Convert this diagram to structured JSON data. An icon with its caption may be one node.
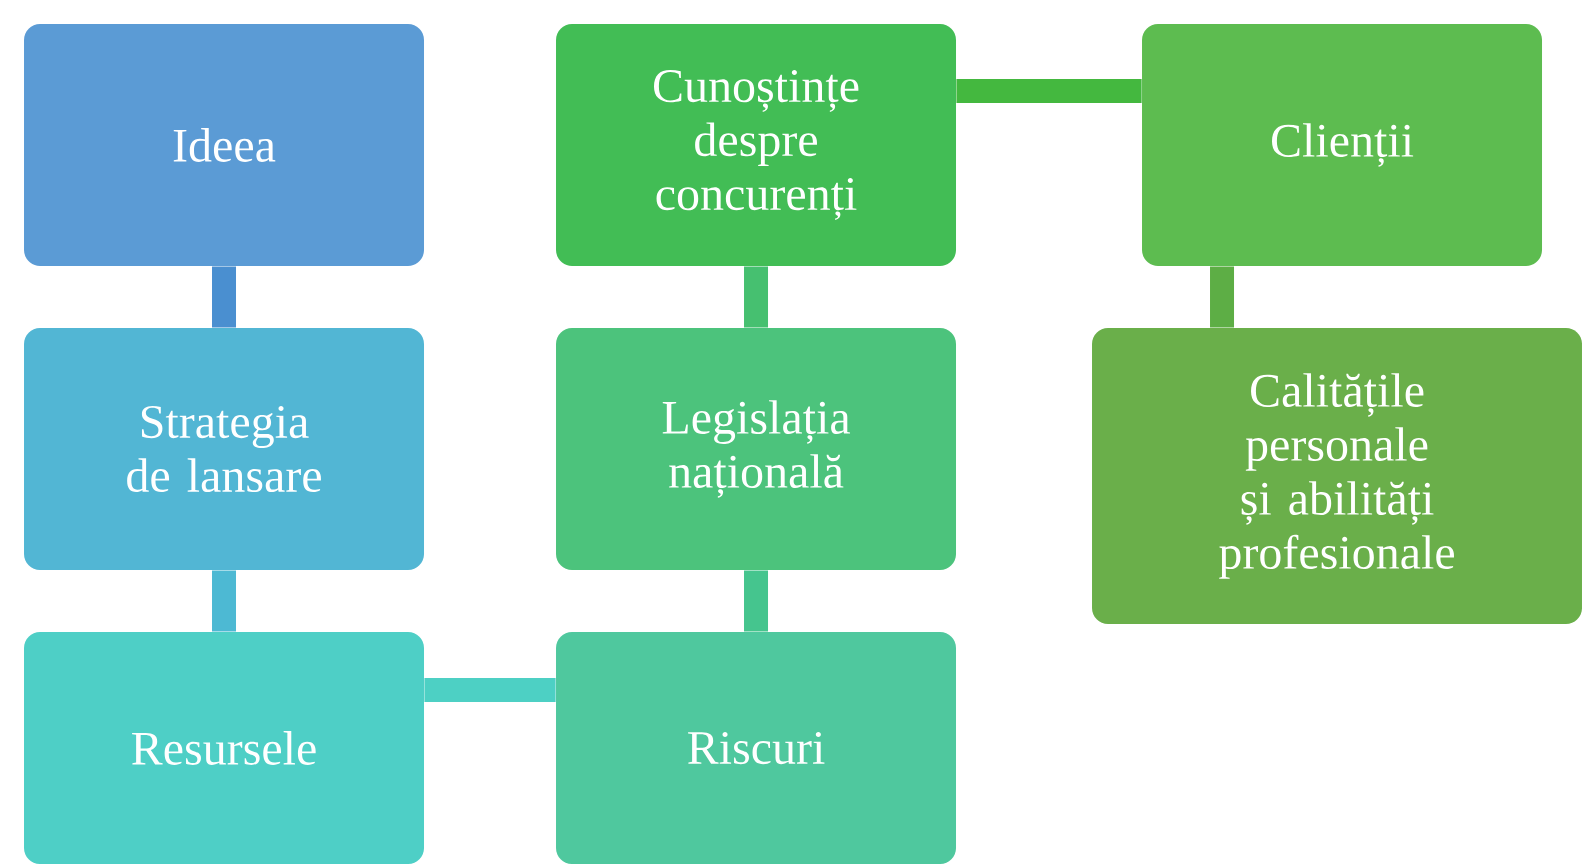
{
  "diagram": {
    "nodes": [
      {
        "text": [
          "Ideea"
        ]
      },
      {
        "text": [
          "Strategia de lansare"
        ]
      },
      {
        "text": [
          "Resursele"
        ]
      },
      {
        "text": [
          "Riscuri"
        ]
      },
      {
        "text": [
          "Legislația națională"
        ]
      },
      {
        "text": [
          "Cunoștințe despre concurenți"
        ]
      },
      {
        "text": [
          "Clienții"
        ]
      },
      {
        "text": [
          "Calitățile personale și abilități profesionale"
        ]
      }
    ],
    "edges": [
      {
        "from": 0,
        "to": 1,
        "arrow": "none",
        "color": "#4a8fd0"
      },
      {
        "from": 1,
        "to": 2,
        "arrow": "none",
        "color": "#4db9d3"
      },
      {
        "from": 2,
        "to": 3,
        "arrow": "none",
        "color": "#4dd0c4"
      },
      {
        "from": 3,
        "to": 4,
        "arrow": "none",
        "color": "#45c58e"
      },
      {
        "from": 4,
        "to": 5,
        "arrow": "none",
        "color": "#46c070"
      },
      {
        "from": 5,
        "to": 6,
        "arrow": "none",
        "color": "#44b83f"
      },
      {
        "from": 6,
        "to": 7,
        "arrow": "none",
        "color": "#5dae45"
      }
    ]
  }
}
